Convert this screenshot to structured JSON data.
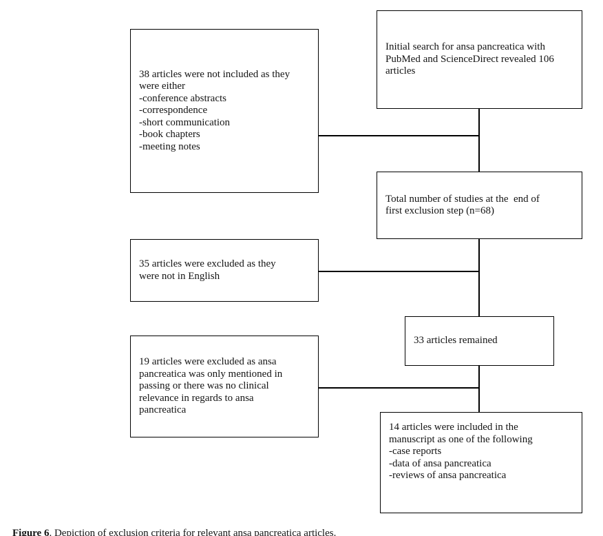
{
  "figure": {
    "caption": {
      "label": "Figure 6",
      "text": ". Depiction of exclusion criteria for relevant ansa pancreatica articles."
    }
  },
  "flowchart": {
    "boxes": {
      "initial_search": "Initial search for ansa pancreatica with\nPubMed and ScienceDirect revealed 106\narticles",
      "excluded_38": "38 articles were not included as they\nwere either\n-conference abstracts\n-correspondence\n-short communication\n-book chapters\n-meeting notes",
      "total_after_first_exclusion": "Total number of studies at the  end of\nfirst exclusion step (n=68)",
      "excluded_35": "35 articles were excluded as they\nwere not in English",
      "remained_33": "33 articles remained",
      "excluded_19": "19 articles were excluded as ansa\npancreatica was only mentioned in\npassing or there was no clinical\nrelevance in regards to ansa\npancreatica",
      "included_14": "14 articles were included in the\nmanuscript as one of the following\n-case reports\n-data of ansa pancreatica\n-reviews of ansa pancreatica"
    },
    "colors": {
      "border": "#000000",
      "connector": "#000000",
      "background": "#ffffff",
      "text": "#141414"
    }
  }
}
